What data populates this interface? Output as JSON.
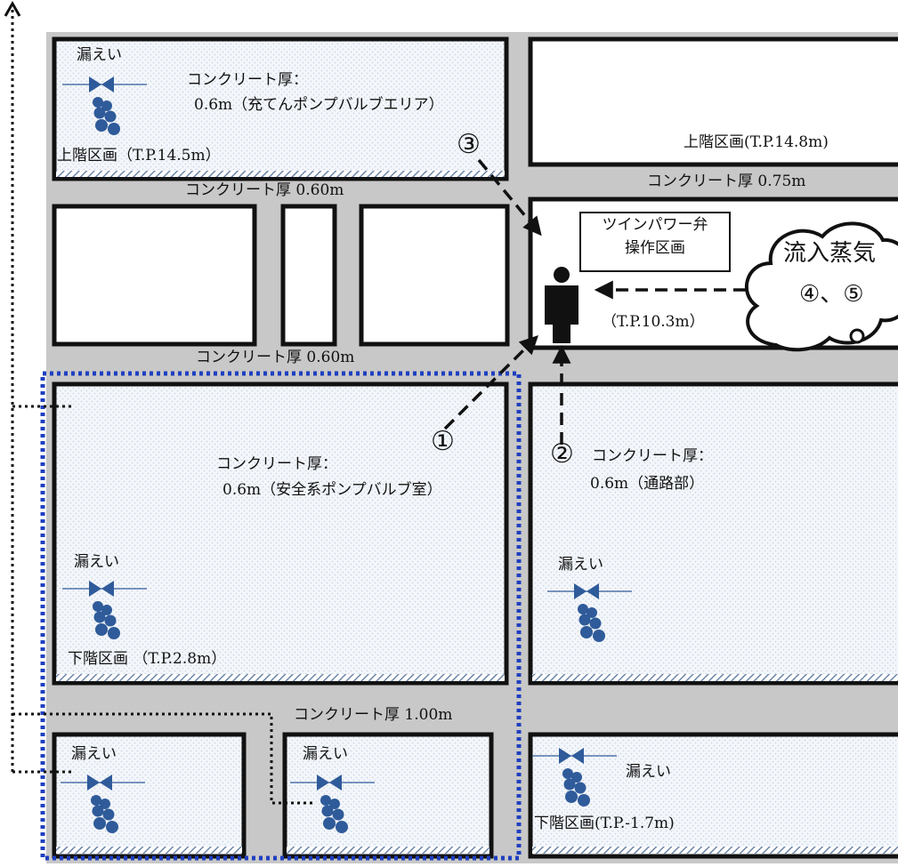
{
  "labels": {
    "leak": "漏えい",
    "thickness_colon": "コンクリート厚：",
    "room_pump_valve": "0.6m（充てんポンプバルブエリア）",
    "upper_zone_145": "上階区画（T.P.14.5m）",
    "upper_zone_148": "上階区画(T.P.14.8m)",
    "thick_060_a": "コンクリート厚 0.60m",
    "thick_075": "コンクリート厚 0.75m",
    "thick_060_b": "コンクリート厚 0.60m",
    "thick_100": "コンクリート厚 1.00m",
    "twin_valve_line1": "ツインパワー弁",
    "twin_valve_line2": "操作区画",
    "operator_level": "（T.P.10.3m）",
    "steam": "流入蒸気",
    "steam_refs": "④、⑤",
    "safety_room": "0.6m（安全系ポンプバルブ室）",
    "corridor": "0.6m（通路部）",
    "lower_zone_28": "下階区画 （T.P.2.8m）",
    "lower_zone_minus17": "下階区画(T.P.-1.7m)",
    "ref1": "①",
    "ref2": "②",
    "ref3": "③"
  },
  "colors": {
    "wall": "#c8c8c8",
    "room_border": "#111111",
    "room_fill": "#eef2f7",
    "floor_hatch": "#6d86a8",
    "valve_blue": "#2f5b9a",
    "dotted_blue": "#1f3fbf",
    "path_black": "#111111"
  }
}
